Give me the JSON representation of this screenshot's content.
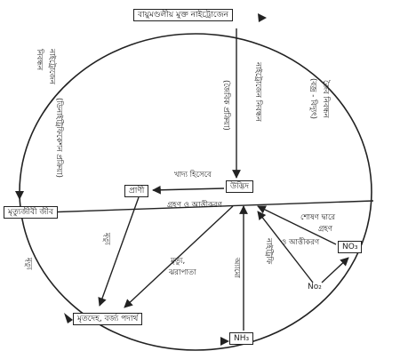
{
  "nodes": {
    "atmosphere": "বায়ুমণ্ডলীয় মুক্ত নাইট্রোজেন",
    "plant": "উদ্ভিদ",
    "animal": "প্রাণী",
    "living": "মৃত্যুজীবী জীব",
    "dead": "মৃতদেহ, বর্জ্য পদার্থ",
    "nh3": "NH₃",
    "no3": "NO₃",
    "no2": "No₂"
  },
  "labels": {
    "fixation_right": "নাইট্রোজেন নিবন্ধন",
    "fixation_right_sub": "(জৈবিক প্রক্রিয়া)",
    "outer_right_a": "জৈব নিবন্ধন",
    "outer_right_b": "(বজ্র - বিদ্যুৎ)",
    "outer_left_a": "নাইট্রোজেন",
    "outer_left_b": "নিবন্ধন",
    "outer_left_sub": "(ডিনাইট্রিফিকেশন প্রক্রিয়া)",
    "food_a": "খাদ্য হিসেবে",
    "food_b": "গ্রহণ ও আত্তীকরণ",
    "absorb_a": "শোষণ দ্বারে",
    "absorb_b": "গ্রহণ",
    "assim": "ও আত্তীকরণ",
    "nitrify": "নাইট্রিফি",
    "death1": "মৃত্যু",
    "death2": "মৃত্যু",
    "death3_a": "মৃত্যু,",
    "death3_b": "ঝরাপাতা",
    "ammon": "অ্যামো"
  }
}
